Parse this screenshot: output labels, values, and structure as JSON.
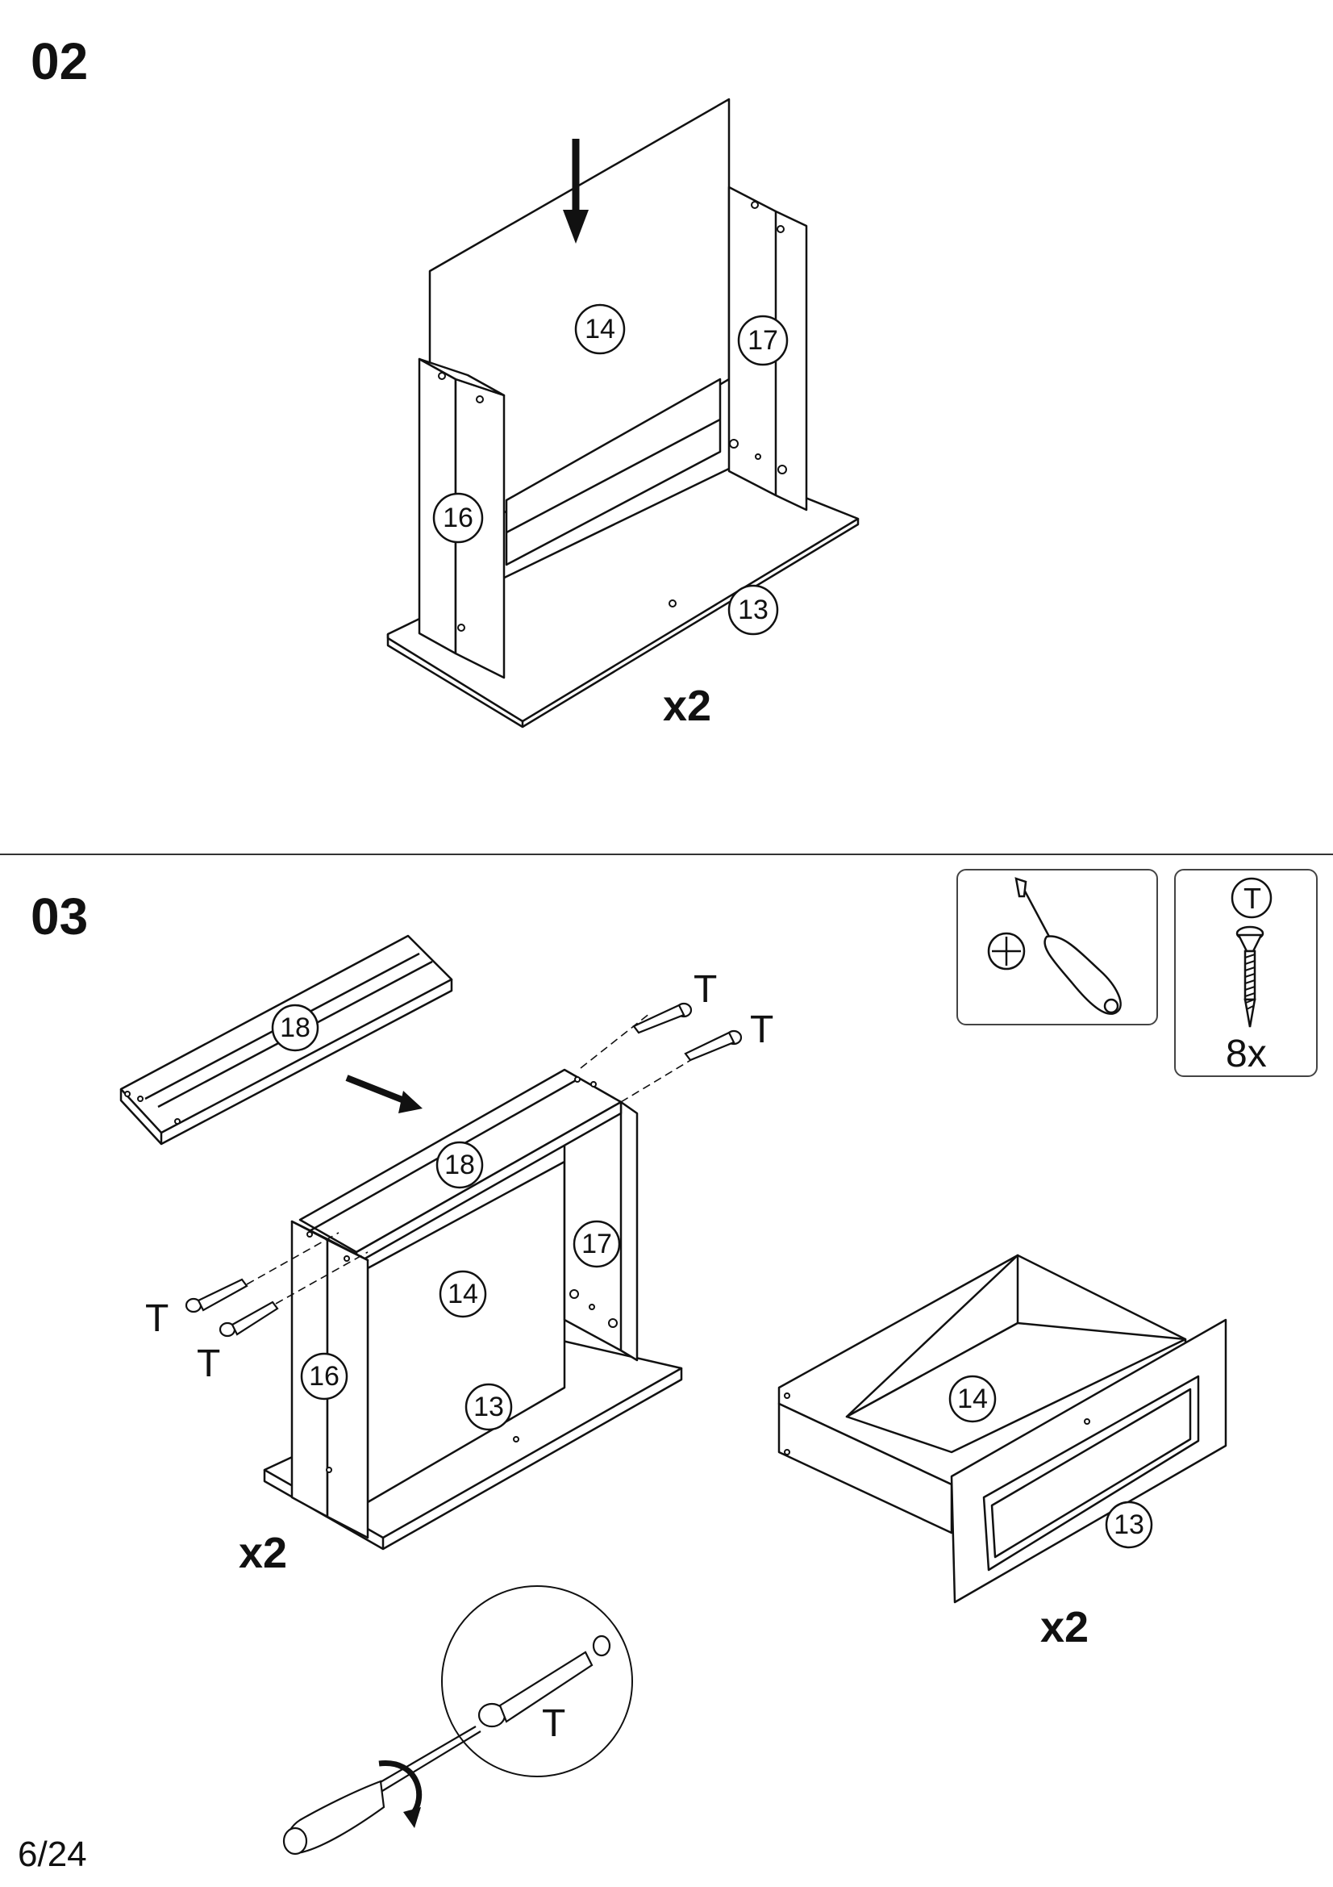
{
  "steps": [
    {
      "number": "02",
      "multiplier": "x2",
      "parts": {
        "back_panel": "14",
        "right_side": "17",
        "left_side": "16",
        "drawer_front": "13"
      }
    },
    {
      "number": "03",
      "multiplier_left": "x2",
      "multiplier_right": "x2",
      "parts": {
        "bottom_loose": "18",
        "bottom_installed": "18",
        "right_side": "17",
        "back_panel": "14",
        "left_side": "16",
        "drawer_front": "13",
        "drawer_back": "14",
        "drawer_front_right": "13"
      },
      "screw_label": "T"
    }
  ],
  "tools": {
    "screwdriver_icon": "phillips-screwdriver-icon",
    "screw": {
      "label": "T",
      "count": "8x"
    }
  },
  "page_number": "6/24"
}
